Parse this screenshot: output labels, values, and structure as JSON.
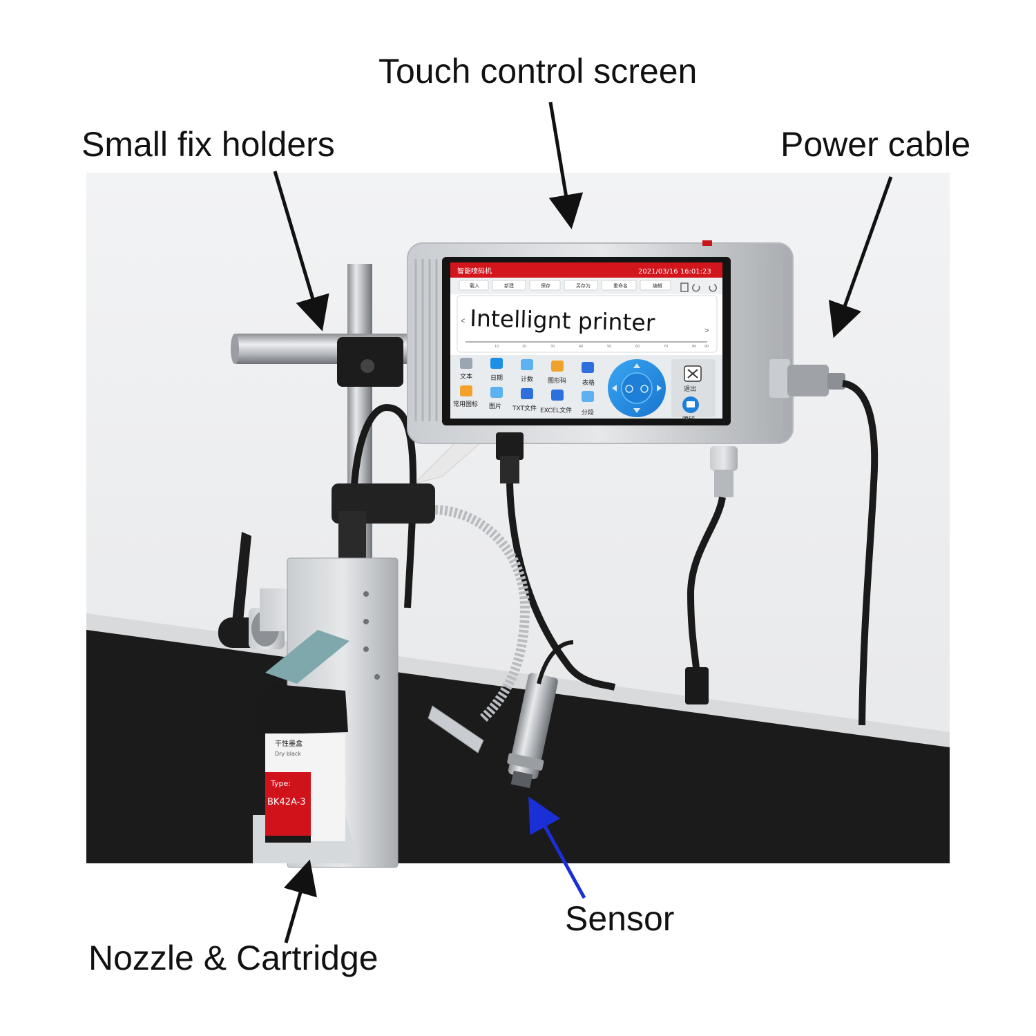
{
  "labels": {
    "touch_screen": "Touch control screen",
    "fix_holders": "Small fix holders",
    "power_cable": "Power cable",
    "sensor": "Sensor",
    "nozzle_cartridge": "Nozzle & Cartridge"
  },
  "screen": {
    "app_title": "智能喷码机",
    "datetime": "2021/03/16  16:01:23",
    "toolbar": [
      "载入",
      "新建",
      "保存",
      "另存为",
      "重命名",
      "编辑"
    ],
    "print_text": "Intellignt printer",
    "ruler_ticks": [
      "10",
      "20",
      "30",
      "40",
      "50",
      "60",
      "70",
      "80",
      "90"
    ],
    "grid_row1": [
      "文本",
      "日期",
      "计数",
      "图形码",
      "表格"
    ],
    "grid_row2": [
      "常用图标",
      "图片",
      "TXT文件",
      "EXCEL文件",
      "分段"
    ],
    "exit_label": "退出",
    "print_label": "喷印"
  },
  "cartridge": {
    "name_cn": "干性墨盒",
    "name_en": "Dry black",
    "type_label": "Type:",
    "model": "BK42A-3"
  },
  "colors": {
    "screen_header": "#d3151c",
    "arrow_sensor": "#1a2fd6",
    "arrow_default": "#111111",
    "belt": "#1b1b1b",
    "dpad": "#1f8fe6"
  }
}
